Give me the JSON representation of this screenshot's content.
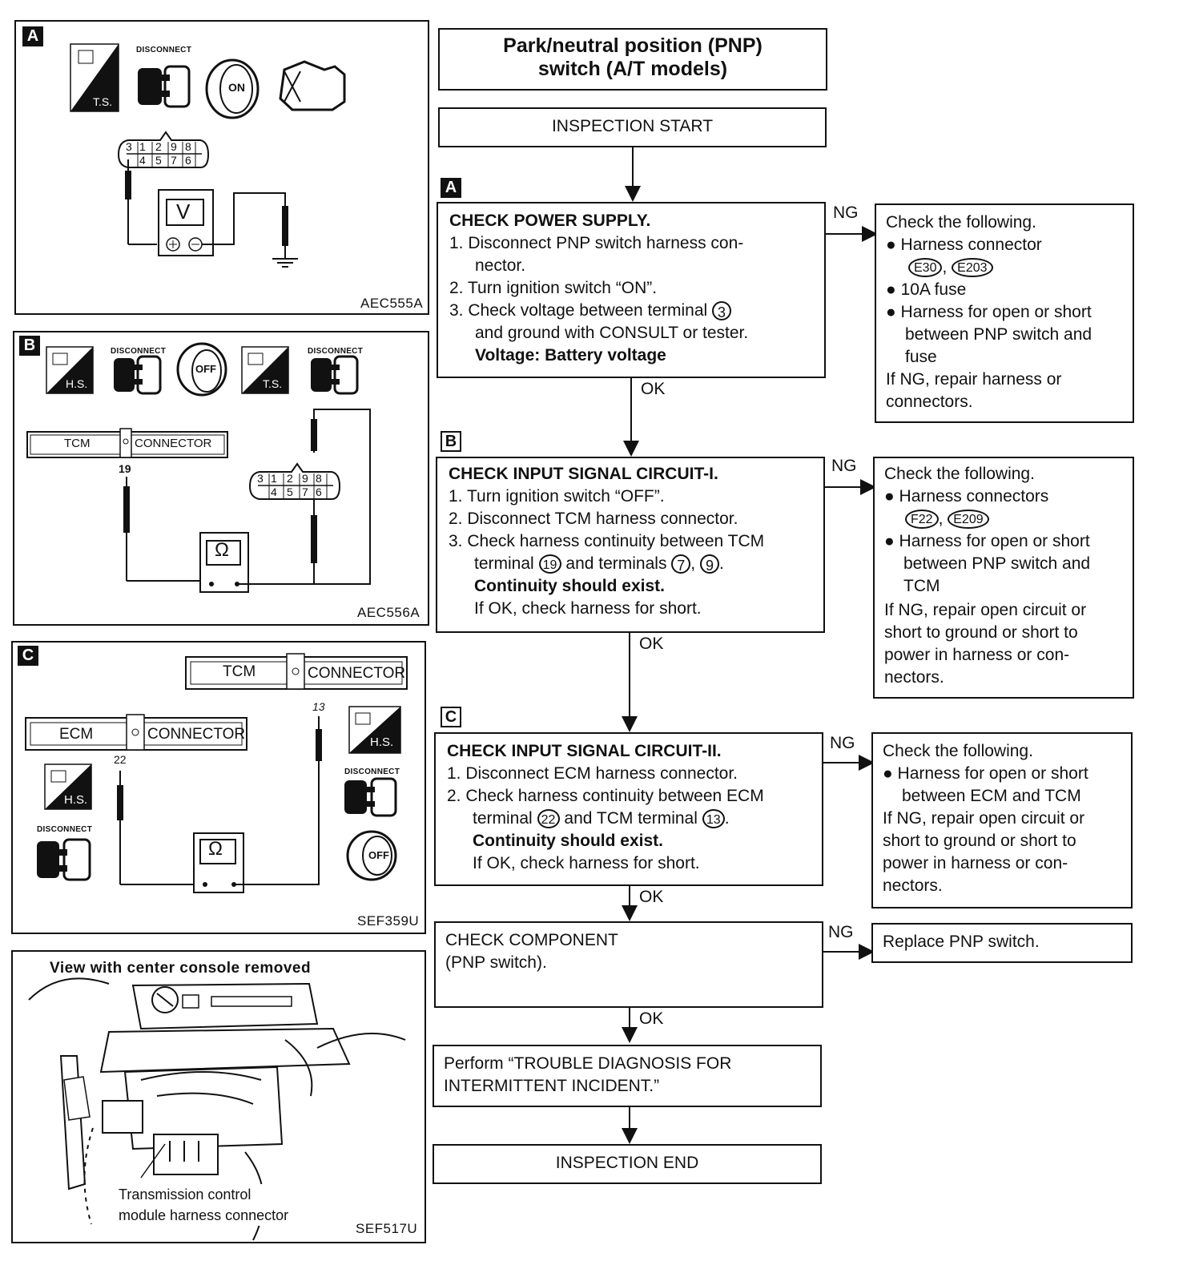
{
  "title": {
    "line1": "Park/neutral position (PNP)",
    "line2": "switch (A/T models)"
  },
  "flow": {
    "start": "INSPECTION START",
    "end": "INSPECTION END",
    "ok": "OK",
    "ng": "NG",
    "step_a": {
      "tag": "A",
      "heading": "CHECK POWER SUPPLY.",
      "l1": "1.  Disconnect PNP switch harness con-",
      "l1b": "nector.",
      "l2": "2.  Turn ignition switch “ON”.",
      "l3a": "3.  Check voltage between terminal",
      "l3term": "3",
      "l3b": "and ground with CONSULT or tester.",
      "l4": "Voltage: Battery voltage",
      "ng_title": "Check the following.",
      "ng_b1": "Harness connector",
      "ng_c1": "E30",
      "ng_c2": "E203",
      "ng_b2": "10A fuse",
      "ng_b3a": "Harness for open or short",
      "ng_b3b": "between PNP switch and",
      "ng_b3c": "fuse",
      "ng_r1": "If NG, repair harness or",
      "ng_r2": "connectors."
    },
    "step_b": {
      "tag": "B",
      "heading": "CHECK INPUT SIGNAL CIRCUIT-I.",
      "l1": "1.  Turn ignition switch “OFF”.",
      "l2": "2.  Disconnect TCM harness connector.",
      "l3a": "3.  Check harness continuity between TCM",
      "l3b": "terminal",
      "t19": "19",
      "l3c": "and terminals",
      "t7": "7",
      "t9": "9",
      "l4": "Continuity should exist.",
      "l5": "If OK, check harness for short.",
      "ng_title": "Check the following.",
      "ng_b1": "Harness connectors",
      "ng_c1": "F22",
      "ng_c2": "E209",
      "ng_b2a": "Harness for open or short",
      "ng_b2b": "between PNP switch and",
      "ng_b2c": "TCM",
      "ng_r1": "If NG, repair open circuit or",
      "ng_r2": "short to ground or short to",
      "ng_r3": "power in harness or con-",
      "ng_r4": "nectors."
    },
    "step_c": {
      "tag": "C",
      "heading": "CHECK INPUT SIGNAL CIRCUIT-II.",
      "l1": "1.  Disconnect ECM harness connector.",
      "l2a": "2.  Check harness continuity between ECM",
      "l2b": "terminal",
      "t22": "22",
      "l2c": "and TCM terminal",
      "t13": "13",
      "l3": "Continuity should exist.",
      "l4": "If OK, check harness for short.",
      "ng_title": "Check the following.",
      "ng_b1a": "Harness for open or short",
      "ng_b1b": "between ECM and TCM",
      "ng_r1": "If NG, repair open circuit or",
      "ng_r2": "short to ground or short to",
      "ng_r3": "power in harness or con-",
      "ng_r4": "nectors."
    },
    "component": {
      "l1": "CHECK COMPONENT",
      "l2": "(PNP switch).",
      "ng_text": "Replace PNP switch."
    },
    "perform": {
      "l1": "Perform “TROUBLE DIAGNOSIS FOR",
      "l2": "INTERMITTENT INCIDENT.”"
    }
  },
  "figures": {
    "a": {
      "tag": "A",
      "code": "AEC555A",
      "disconnect": "DISCONNECT",
      "ts": "T.S.",
      "on": "ON",
      "meter": "V",
      "pins_top": [
        "3",
        "1",
        "2",
        "9",
        "8"
      ],
      "pins_bot": [
        "4",
        "5",
        "7",
        "6"
      ]
    },
    "b": {
      "tag": "B",
      "code": "AEC556A",
      "disconnect": "DISCONNECT",
      "hs": "H.S.",
      "ts": "T.S.",
      "off": "OFF",
      "tcm": "TCM",
      "connector": "CONNECTOR",
      "pin19": "19",
      "meter": "Ω",
      "pins_top": [
        "3",
        "1",
        "2",
        "9",
        "8"
      ],
      "pins_bot": [
        "4",
        "5",
        "7",
        "6"
      ]
    },
    "c": {
      "tag": "C",
      "code": "SEF359U",
      "disconnect": "DISCONNECT",
      "hs": "H.S.",
      "off": "OFF",
      "tcm": "TCM",
      "ecm": "ECM",
      "connector": "CONNECTOR",
      "pin22": "22",
      "pin13": "13",
      "meter": "Ω"
    },
    "d": {
      "caption": "View with center console removed",
      "code": "SEF517U",
      "note1": "Transmission control",
      "note2": "module harness connector"
    }
  }
}
